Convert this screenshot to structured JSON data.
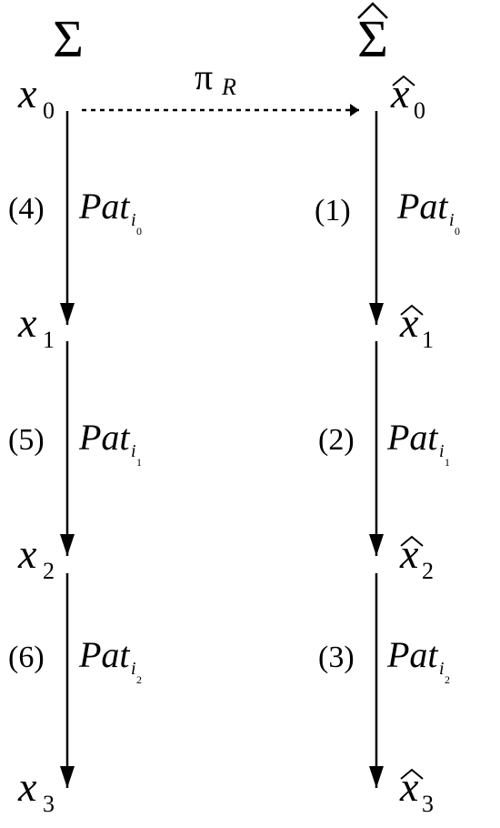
{
  "left_column": {
    "system_symbol": "Σ",
    "states": [
      {
        "var": "x",
        "sub": "0"
      },
      {
        "var": "x",
        "sub": "1"
      },
      {
        "var": "x",
        "sub": "2"
      },
      {
        "var": "x",
        "sub": "3"
      }
    ],
    "transitions": [
      {
        "step": "(4)",
        "pat": "Pat",
        "i": "i",
        "isub": "0"
      },
      {
        "step": "(5)",
        "pat": "Pat",
        "i": "i",
        "isub": "1"
      },
      {
        "step": "(6)",
        "pat": "Pat",
        "i": "i",
        "isub": "2"
      }
    ]
  },
  "right_column": {
    "system_symbol": "Σ",
    "hat": "^",
    "states": [
      {
        "var": "x",
        "sub": "0",
        "hat": "^"
      },
      {
        "var": "x",
        "sub": "1",
        "hat": "^"
      },
      {
        "var": "x",
        "sub": "2",
        "hat": "^"
      },
      {
        "var": "x",
        "sub": "3",
        "hat": "^"
      }
    ],
    "transitions": [
      {
        "step": "(1)",
        "pat": "Pat",
        "i": "i",
        "isub": "0"
      },
      {
        "step": "(2)",
        "pat": "Pat",
        "i": "i",
        "isub": "1"
      },
      {
        "step": "(3)",
        "pat": "Pat",
        "i": "i",
        "isub": "2"
      }
    ]
  },
  "projection": {
    "symbol": "π",
    "sub": "R"
  },
  "colors": {
    "ink": "#000000",
    "background": "#ffffff"
  }
}
